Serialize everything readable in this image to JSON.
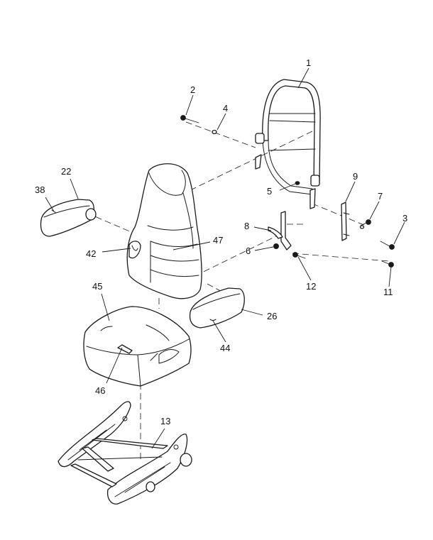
{
  "callouts": {
    "c1": "1",
    "c2": "2",
    "c3": "3",
    "c4": "4",
    "c5": "5",
    "c6": "6",
    "c7": "7",
    "c8": "8",
    "c9": "9",
    "c11": "11",
    "c12": "12",
    "c13": "13",
    "c22": "22",
    "c26": "26",
    "c38": "38",
    "c42": "42",
    "c44": "44",
    "c45": "45",
    "c46": "46",
    "c47": "47"
  },
  "colors": {
    "line": "#1a1a1a",
    "background": "#ffffff"
  }
}
